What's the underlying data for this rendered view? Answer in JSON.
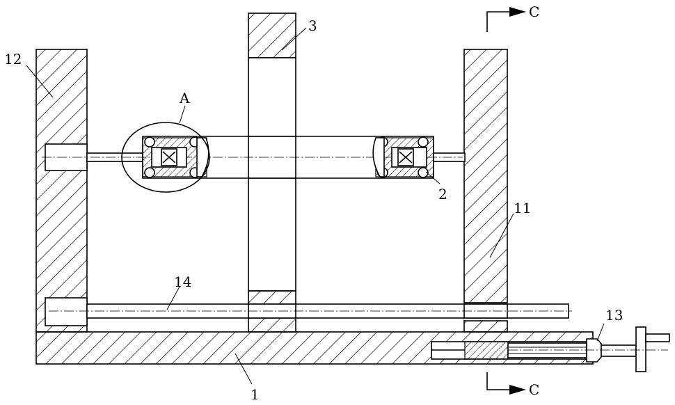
{
  "labels": {
    "base": "1",
    "shaft_assembly": "2",
    "middle_plate": "3",
    "right_wall": "11",
    "left_wall": "12",
    "screw": "13",
    "rod": "14",
    "detail": "A",
    "section_top": "C",
    "section_bottom": "C"
  },
  "colors": {
    "ink": "#000000",
    "paper": "#ffffff"
  }
}
